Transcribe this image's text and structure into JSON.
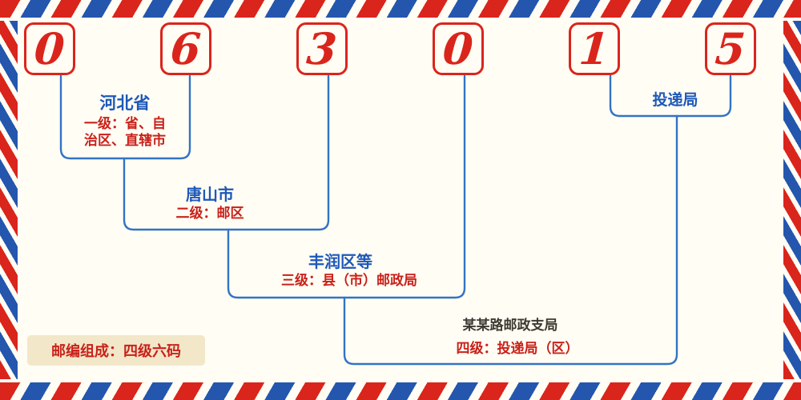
{
  "postal_code": {
    "digits": [
      "0",
      "6",
      "3",
      "0",
      "1",
      "5"
    ]
  },
  "annotations": {
    "province": {
      "name": "河北省",
      "desc_line1": "一级：省、自",
      "desc_line2": "治区、直辖市"
    },
    "city": {
      "name": "唐山市",
      "desc": "二级：邮区"
    },
    "county": {
      "name": "丰润区等",
      "desc": "三级：县（市）邮政局"
    },
    "branch": {
      "name": "某某路邮政支局",
      "desc": "四级：投递局（区）"
    },
    "delivery": {
      "name": "投递局"
    }
  },
  "footer": {
    "note": "邮编组成：四级六码"
  },
  "colors": {
    "digit_red": "#da251c",
    "annotation_red": "#c9211a",
    "line_blue": "#3273c5",
    "label_blue": "#1d58b8",
    "branch_dark": "#3e3a32",
    "stripe_red": "#da251c",
    "stripe_blue": "#2456ae",
    "badge_background": "#f2e7c9",
    "page_background": "#fffdf4"
  }
}
